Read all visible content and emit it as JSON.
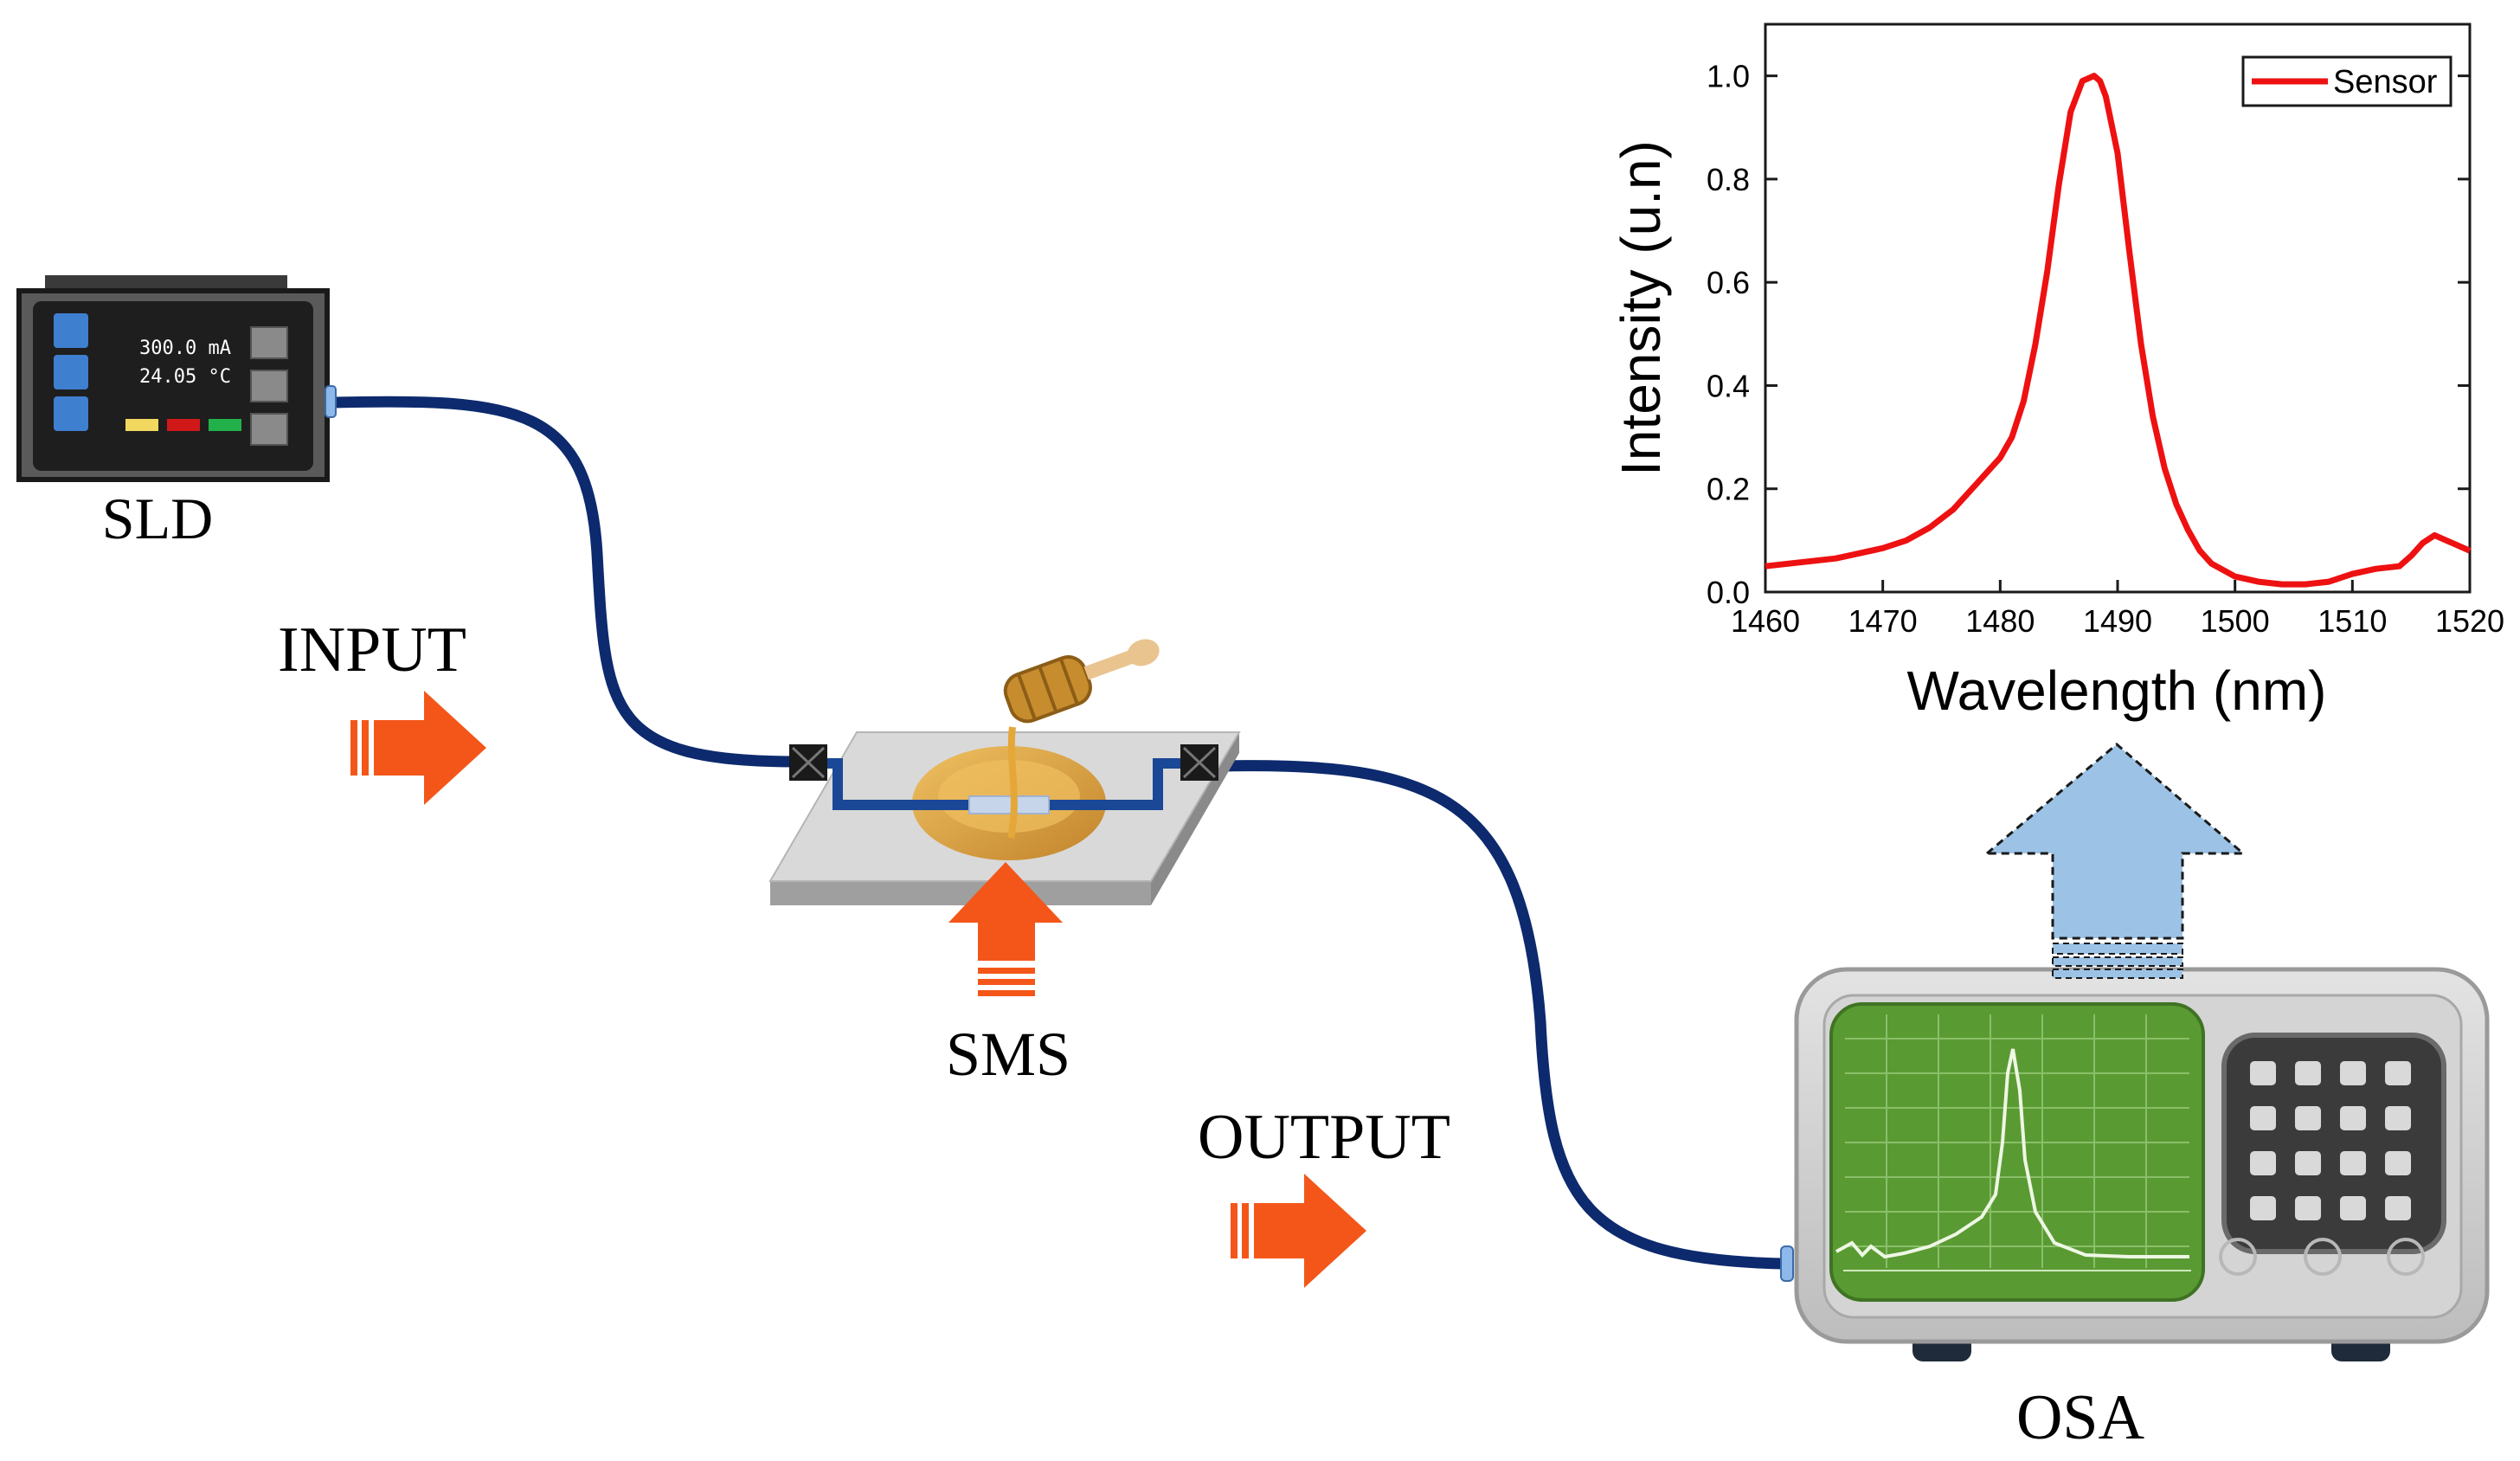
{
  "labels": {
    "sld": "SLD",
    "input": "INPUT",
    "sms": "SMS",
    "output": "OUTPUT",
    "osa": "OSA"
  },
  "sld_display": {
    "current": "300.0 mA",
    "temperature": "24.05 °C"
  },
  "chart_data": {
    "type": "line",
    "xlabel": "Wavelength (nm)",
    "ylabel": "Intensity (u.n)",
    "xlim": [
      1460,
      1520
    ],
    "ylim": [
      0.0,
      1.1
    ],
    "xticks": [
      "1460",
      "1470",
      "1480",
      "1490",
      "1500",
      "1510",
      "1520"
    ],
    "yticks": [
      "0.0",
      "0.2",
      "0.4",
      "0.6",
      "0.8",
      "1.0"
    ],
    "legend_position": "top-right",
    "series": [
      {
        "name": "Sensor",
        "color": "#ee1111",
        "x": [
          1460,
          1462,
          1464,
          1466,
          1468,
          1470,
          1472,
          1474,
          1476,
          1478,
          1480,
          1481,
          1482,
          1483,
          1484,
          1485,
          1486,
          1487,
          1488,
          1488.5,
          1489,
          1490,
          1491,
          1492,
          1493,
          1494,
          1495,
          1496,
          1497,
          1498,
          1500,
          1502,
          1504,
          1506,
          1508,
          1510,
          1512,
          1514,
          1515,
          1516,
          1517,
          1518,
          1519,
          1520
        ],
        "y": [
          0.05,
          0.055,
          0.06,
          0.065,
          0.075,
          0.085,
          0.1,
          0.125,
          0.16,
          0.21,
          0.26,
          0.3,
          0.37,
          0.48,
          0.62,
          0.79,
          0.93,
          0.99,
          1.0,
          0.99,
          0.96,
          0.85,
          0.66,
          0.48,
          0.34,
          0.24,
          0.17,
          0.12,
          0.08,
          0.055,
          0.03,
          0.02,
          0.015,
          0.015,
          0.02,
          0.035,
          0.045,
          0.05,
          0.07,
          0.095,
          0.11,
          0.1,
          0.09,
          0.08
        ]
      }
    ]
  },
  "colors": {
    "fiber": "#0d2a6e",
    "arrow": "#f4561a",
    "chart_line": "#ee1111",
    "upload_arrow": "#9cc3e6",
    "osa_screen": "#5a9a33",
    "honey": "#d8962a"
  }
}
